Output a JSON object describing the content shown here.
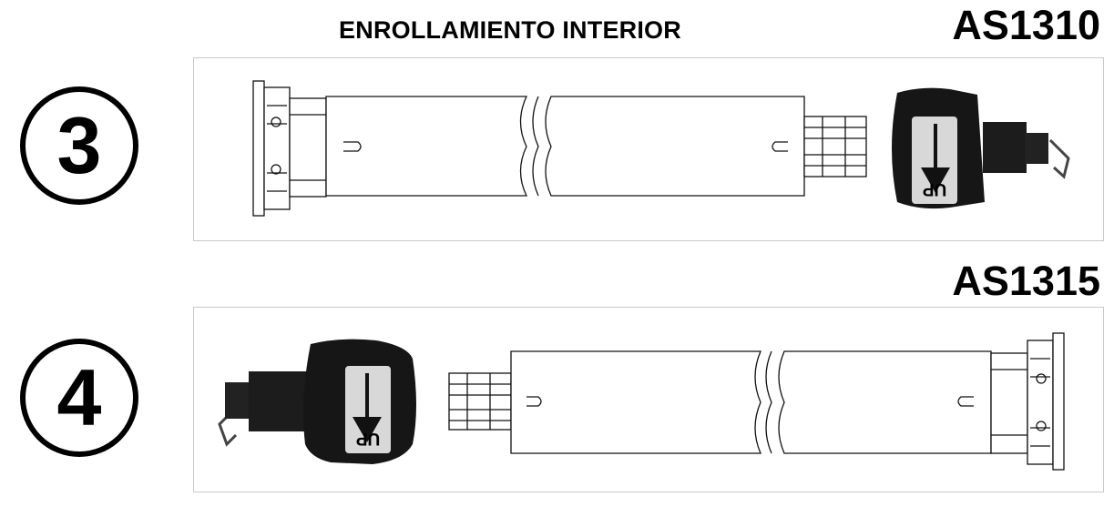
{
  "heading": "ENROLLAMIENTO INTERIOR",
  "models": [
    {
      "code": "AS1310",
      "step": "3",
      "label": "UP"
    },
    {
      "code": "AS1315",
      "step": "4",
      "label": "UP"
    }
  ],
  "colors": {
    "line": "#111111",
    "motor_body": "#161616",
    "label_face": "#d8d8d8",
    "frame": "#c9c9c9"
  }
}
